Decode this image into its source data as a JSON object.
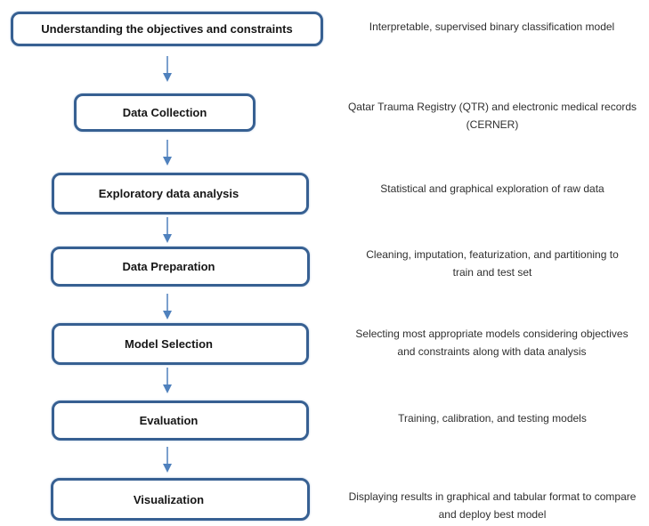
{
  "diagram": {
    "type": "flowchart",
    "direction": "top-down",
    "steps": [
      {
        "label": "Understanding the objectives and constraints",
        "description": "Interpretable, supervised binary classification model"
      },
      {
        "label": "Data Collection",
        "description": "Qatar Trauma Registry (QTR) and electronic medical records (CERNER)"
      },
      {
        "label": "Exploratory data analysis",
        "description": "Statistical and graphical exploration of raw data"
      },
      {
        "label": "Data Preparation",
        "description": "Cleaning, imputation, featurization, and partitioning to train and test set"
      },
      {
        "label": "Model Selection",
        "description": "Selecting most appropriate models considering objectives and constraints along with data analysis"
      },
      {
        "label": "Evaluation",
        "description": "Training, calibration, and testing models"
      },
      {
        "label": "Visualization",
        "description": "Displaying results in graphical and tabular format to compare and deploy best model"
      }
    ],
    "connector_icon": "down-arrow",
    "colors": {
      "box_border": "#376092",
      "box_fill": "#FFFFFF",
      "box_label_text": "#161616",
      "arrow": "#4F81BD",
      "description_text": "#2F2F2F",
      "background": "#FFFFFF"
    }
  }
}
